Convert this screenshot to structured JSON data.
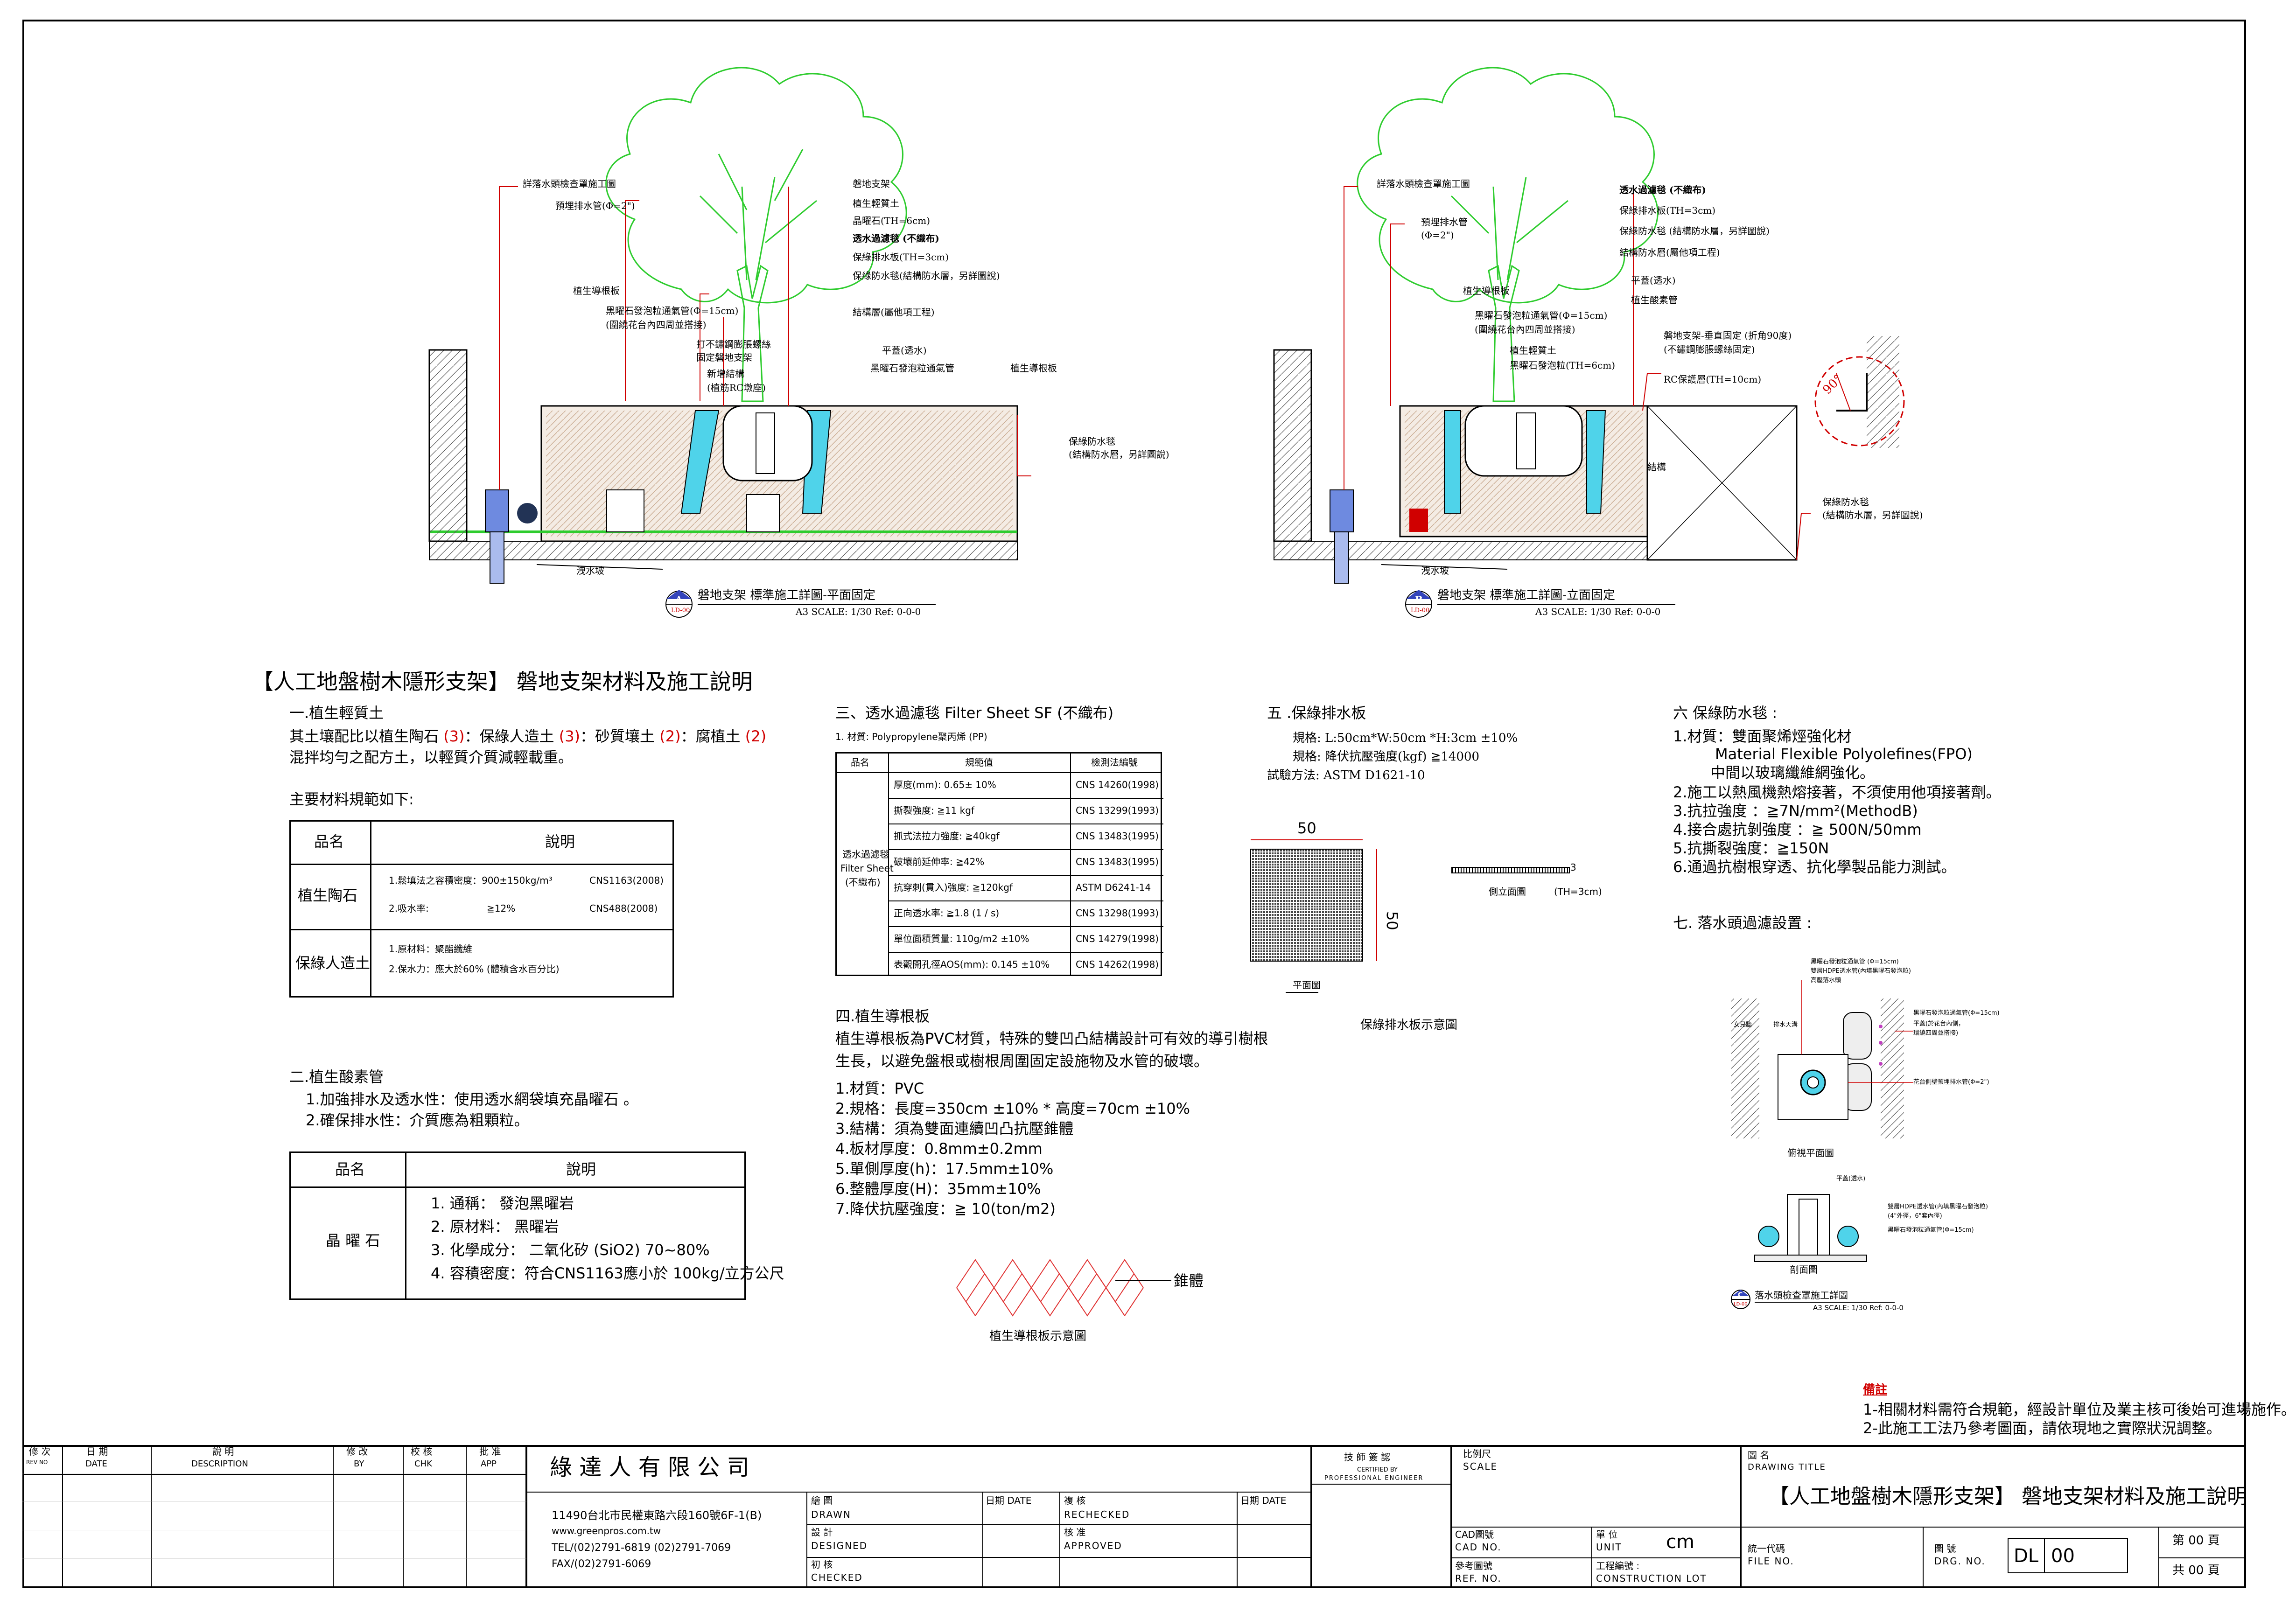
{
  "sheet_title": "【人工地盤樹木隱形支架】 磐地支架材料及施工說明",
  "drawing_a": {
    "marker_letter": "A",
    "marker_sheet": "LD-00",
    "caption": "磐地支架 標準施工詳圖-平面固定",
    "scale": "A3 SCALE: 1/30 Ref: 0-0-0",
    "slope_label": "洩水坡",
    "pit_label": "磐地",
    "labels_left": [
      "詳落水頭檢查罩施工圖",
      "預埋排水管(Φ=2\")",
      "植生導根板",
      "黑曜石發泡粒通氣管(Φ=15cm)",
      "(圍繞花台內四周並搭接)",
      "打不鏽鋼膨脹螺絲",
      "固定磐地支架",
      "新增結構",
      "(植筋RC墩座)"
    ],
    "labels_right": [
      "磐地支架",
      "植生輕質土",
      "晶曜石(TH=6cm)",
      "透水過濾毯 (不織布)",
      "保綠排水板(TH=3cm)",
      "保綠防水毯(結構防水層，另詳圖說)",
      "結構層(屬他項工程)",
      "平蓋(透水)",
      "黑曜石發泡粒通氣管",
      "植生導根板",
      "保綠防水毯",
      "(結構防水層，另詳圖說)"
    ]
  },
  "drawing_b": {
    "marker_letter": "B",
    "marker_sheet": "LD-00",
    "caption": "磐地支架 標準施工詳圖-立面固定",
    "scale": "A3 SCALE: 1/30 Ref: 0-0-0",
    "slope_label": "洩水坡",
    "structure_label": "結構",
    "angle_label": "90°",
    "labels_left": [
      "詳落水頭檢查罩施工圖",
      "預埋排水管",
      "(Φ=2\")",
      "植生導根板",
      "黑曜石發泡粒通氣管(Φ=15cm)",
      "(圍繞花台內四周並搭接)",
      "植生輕質土",
      "黑曜石發泡粒(TH=6cm)"
    ],
    "labels_right": [
      "透水過濾毯 (不織布)",
      "保綠排水板(TH=3cm)",
      "保綠防水毯 (結構防水層，另詳圖說)",
      "結構防水層(屬他項工程)",
      "平蓋(透水)",
      "植生酸素管",
      "磐地支架-垂直固定 (折角90度)",
      "(不鏽鋼膨脹螺絲固定)",
      "RC保護層(TH=10cm)",
      "保綠防水毯",
      "(結構防水層，另詳圖說)"
    ]
  },
  "sec1": {
    "heading": "一.植生輕質土",
    "line1_parts": [
      "其土壤配比以植生陶石 ",
      "(3)",
      "：保綠人造土 ",
      "(3)",
      "：砂質壤土 ",
      "(2)",
      "：腐植土 ",
      "(2)"
    ],
    "line2": "混拌均勻之配方土，以輕質介質減輕載重。",
    "spec_title": "主要材料規範如下:",
    "table_header": [
      "品名",
      "說明"
    ],
    "rows": [
      {
        "name": "植生陶石",
        "items": [
          [
            "1.鬆填法之容積密度：900±150kg/m³",
            "CNS1163(2008)"
          ],
          [
            "2.吸水率:",
            "≧12%",
            "CNS488(2008)"
          ]
        ]
      },
      {
        "name": "保綠人造土",
        "items": [
          [
            "1.原材料：聚酯纖維"
          ],
          [
            "2.保水力：應大於60% (體積含水百分比)"
          ]
        ]
      }
    ]
  },
  "sec2": {
    "heading": "二.植生酸素管",
    "line1": "1.加強排水及透水性：使用透水網袋填充晶曜石 。",
    "line2": "2.確保排水性：介質應為粗顆粒。",
    "table_header": [
      "品名",
      "說明"
    ],
    "name": "晶 曜 石",
    "items": [
      "1. 通稱：  發泡黑曜岩",
      "2. 原材料：   黑曜岩",
      "3. 化學成分：    二氧化矽     (SiO2)  70~80%",
      "4. 容積密度：符合CNS1163應小於 100kg/立方公尺"
    ]
  },
  "sec3": {
    "heading": "三、透水過濾毯 Filter Sheet SF (不織布)",
    "material": "1. 材質: Polypropylene聚丙烯 (PP)",
    "table_header": [
      "品名",
      "規範值",
      "檢測法編號"
    ],
    "name_lines": [
      "透水過濾毯",
      "Filter Sheet",
      "(不織布)"
    ],
    "rows": [
      [
        "厚度(mm): 0.65± 10%",
        "CNS 14260(1998)"
      ],
      [
        "撕裂強度: ≧11 kgf",
        "CNS 13299(1993)"
      ],
      [
        "抓式法拉力強度: ≧40kgf",
        "CNS 13483(1995)"
      ],
      [
        "破壞前延伸率: ≧42%",
        "CNS 13483(1995)"
      ],
      [
        "抗穿刺(貫入)強度: ≧120kgf",
        "ASTM D6241-14"
      ],
      [
        "正向透水率: ≧1.8 (1 / s)",
        "CNS 13298(1993)"
      ],
      [
        "單位面積質量: 110g/m2 ±10%",
        "CNS 14279(1998)"
      ],
      [
        "表觀開孔徑AOS(mm): 0.145 ±10%",
        "CNS 14262(1998)"
      ]
    ]
  },
  "sec4": {
    "heading": "四.植生導根板",
    "desc1": "植生導根板為PVC材質，特殊的雙凹凸結構設計可有效的導引樹根",
    "desc2": "生長，以避免盤根或樹根周圍固定設施物及水管的破壞。",
    "items": [
      "1.材質：PVC",
      "2.規格：長度=350cm ±10% * 高度=70cm ±10%",
      "3.結構：須為雙面連續凹凸抗壓錐體",
      "4.板材厚度：0.8mm±0.2mm",
      "5.單側厚度(h)：17.5mm±10%",
      "6.整體厚度(H)：35mm±10%",
      "7.降伏抗壓強度：≧ 10(ton/m2)"
    ],
    "cone_label": "錐體",
    "diagram_caption": "植生導根板示意圖"
  },
  "sec5": {
    "heading": "五 .保綠排水板",
    "spec1": "規格: L:50cm*W:50cm *H:3cm   ±10%",
    "spec2": "規格: 降伏抗壓強度(kgf) ≧14000",
    "spec3": "試驗方法: ASTM   D1621-10",
    "dim_w": "50",
    "dim_h": "50",
    "plan_label": "平面圖",
    "side_label": "側立面圖",
    "thickness": "(TH=3cm)",
    "side_dim": "3",
    "diagram_caption": "保綠排水板示意圖"
  },
  "sec6": {
    "heading": "六 保綠防水毯 :",
    "items": [
      "1.材質：雙面聚烯烴強化材",
      "Material Flexible Polyolefines(FPO)",
      "中間以玻璃纖維網強化。",
      "2.施工以熱風機熱熔接著，不須使用他項接著劑。",
      "3.抗拉強度 ：≧7N/mm²(MethodB)",
      "4.接合處抗剝強度 ：≧ 500N/50mm",
      "5.抗撕裂強度：≧150N",
      "6.通過抗樹根穿透、抗化學製品能力測試。"
    ]
  },
  "sec7": {
    "heading": "七. 落水頭過濾設置 :",
    "top_labels": [
      "黑曜石發泡粒通氣管 (Φ=15cm)",
      "雙層HDPE透水管(內填黑曜石發泡粒)",
      "高壓落水頭"
    ],
    "right_labels": [
      "黑曜石發泡粒通氣管(Φ=15cm)",
      "平蓋(於花台內側，",
      "環繞四周並搭接)",
      "花台側壁預埋排水管(Φ=2\")"
    ],
    "left_labels": [
      "女兒牆",
      "排水天溝"
    ],
    "plan_caption": "俯視平面圖",
    "section_labels": [
      "平蓋(透水)",
      "雙層HDPE透水管(內填黑曜石發泡粒)",
      "(4\"外徑，6\"套內徑)",
      "黑曜石發泡粒通氣管(Φ=15cm)"
    ],
    "section_caption": "剖面圖",
    "marker_letter": "C",
    "marker_sheet": "LD-00",
    "caption": "落水頭檢查罩施工詳圖",
    "scale": "A3 SCALE: 1/30 Ref: 0-0-0"
  },
  "notes": {
    "heading": "備註",
    "items": [
      "1-相關材料需符合規範，經設計單位及業主核可後始可進場施作。",
      "2-此施工工法乃參考圖面，請依現地之實際狀況調整。"
    ]
  },
  "title_block": {
    "rev_headers": [
      [
        "修 次",
        "REV NO"
      ],
      [
        "日 期",
        "DATE"
      ],
      [
        "說 明",
        "DESCRIPTION"
      ],
      [
        "修 改",
        "BY"
      ],
      [
        "校 核",
        "CHK"
      ],
      [
        "批 准",
        "APP"
      ]
    ],
    "company": "綠 達 人 有 限 公 司",
    "address": "11490台北市民權東路六段160號6F-1(B)",
    "website": "www.greenpros.com.tw",
    "tel": "TEL/(02)2791-6819 (02)2791-7069",
    "fax": "FAX/(02)2791-6069",
    "drawn": [
      "繪 圖",
      "DRAWN"
    ],
    "designed": [
      "設 計",
      "DESIGNED"
    ],
    "checked": [
      "初 核",
      "CHECKED"
    ],
    "date1": "日期 DATE",
    "rechecked": [
      "複 核",
      "RECHECKED"
    ],
    "approved": [
      "核 准",
      "APPROVED"
    ],
    "date2": "日期 DATE",
    "engineer": [
      "技 師 簽 認",
      "CERTIFIED BY",
      "PROFESSIONAL ENGINEER"
    ],
    "scale": [
      "比例尺",
      "SCALE"
    ],
    "cad": [
      "CAD圖號",
      "CAD NO."
    ],
    "ref": [
      "參考圖號",
      "REF. NO."
    ],
    "unit": [
      "單 位",
      "UNIT"
    ],
    "unit_value": "cm",
    "lot": [
      "工程編號 :",
      "CONSTRUCTION LOT"
    ],
    "drawing_title_label": [
      "圖 名",
      "DRAWING TITLE"
    ],
    "drawing_title": "【人工地盤樹木隱形支架】 磐地支架材料及施工說明",
    "file_no": [
      "統一代碼",
      "FILE NO."
    ],
    "drg_no": [
      "圖 號",
      "DRG. NO."
    ],
    "drg_prefix": "DL",
    "drg_num": "00",
    "page": "第 00 頁",
    "total": "共 00 頁"
  }
}
